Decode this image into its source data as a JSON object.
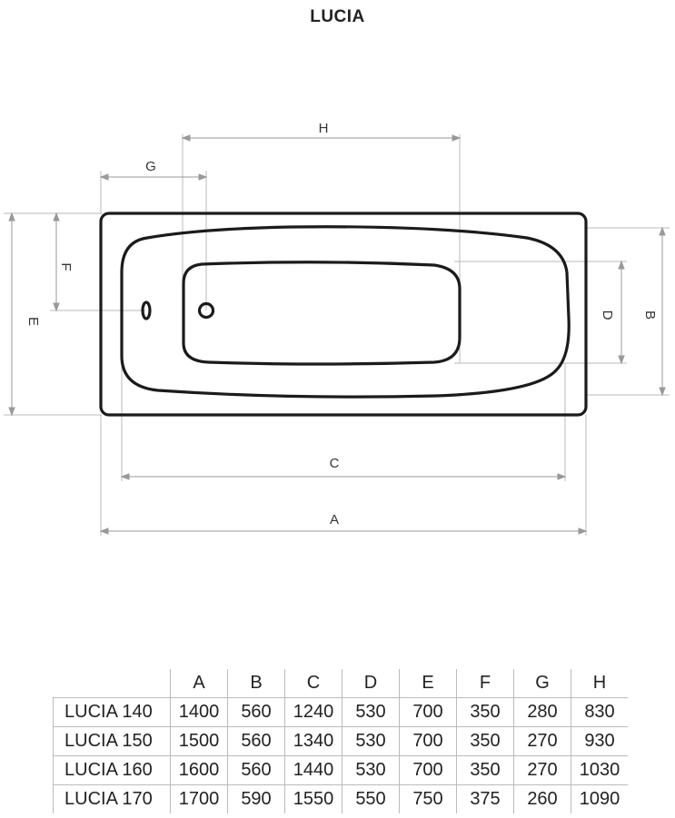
{
  "title": "LUCIA",
  "dimension_labels": {
    "a": "A",
    "b": "B",
    "c": "C",
    "d": "D",
    "e": "E",
    "f": "F",
    "g": "G",
    "h": "H"
  },
  "table": {
    "headers": [
      "A",
      "B",
      "C",
      "D",
      "E",
      "F",
      "G",
      "H"
    ],
    "rows": [
      {
        "model": "LUCIA 140",
        "values": [
          "1400",
          "560",
          "1240",
          "530",
          "700",
          "350",
          "280",
          "830"
        ]
      },
      {
        "model": "LUCIA 150",
        "values": [
          "1500",
          "560",
          "1340",
          "530",
          "700",
          "350",
          "270",
          "930"
        ]
      },
      {
        "model": "LUCIA 160",
        "values": [
          "1600",
          "560",
          "1440",
          "530",
          "700",
          "350",
          "270",
          "1030"
        ]
      },
      {
        "model": "LUCIA 170",
        "values": [
          "1700",
          "590",
          "1550",
          "550",
          "750",
          "375",
          "260",
          "1090"
        ]
      }
    ]
  }
}
